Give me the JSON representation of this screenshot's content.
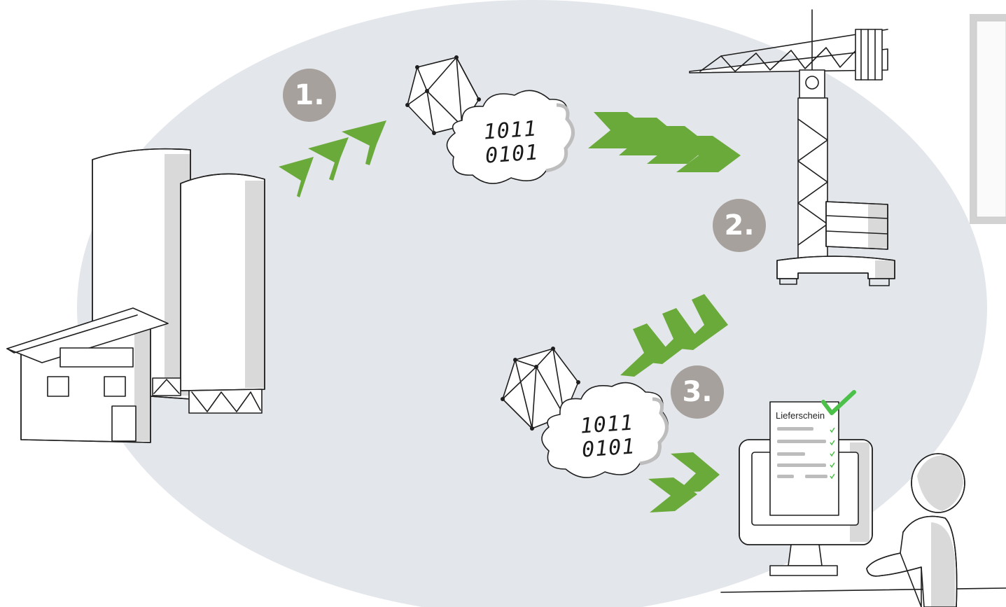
{
  "steps": [
    {
      "label": "1."
    },
    {
      "label": "2."
    },
    {
      "label": "3."
    }
  ],
  "clouds": [
    {
      "line1": "1011",
      "line2": "0101"
    },
    {
      "line1": "1011",
      "line2": "0101"
    }
  ],
  "document": {
    "title": "Lieferschein"
  },
  "colors": {
    "background_ellipse": "#e3e6ea",
    "arrows": "#6aaa3a",
    "step_badge": "#a6a19c",
    "checkmark": "#4cc14a"
  },
  "icons": [
    "factory-silo-icon",
    "network-node-icon",
    "data-cloud-icon",
    "tower-crane-icon",
    "computer-monitor-icon",
    "person-icon",
    "checkmark-icon"
  ]
}
